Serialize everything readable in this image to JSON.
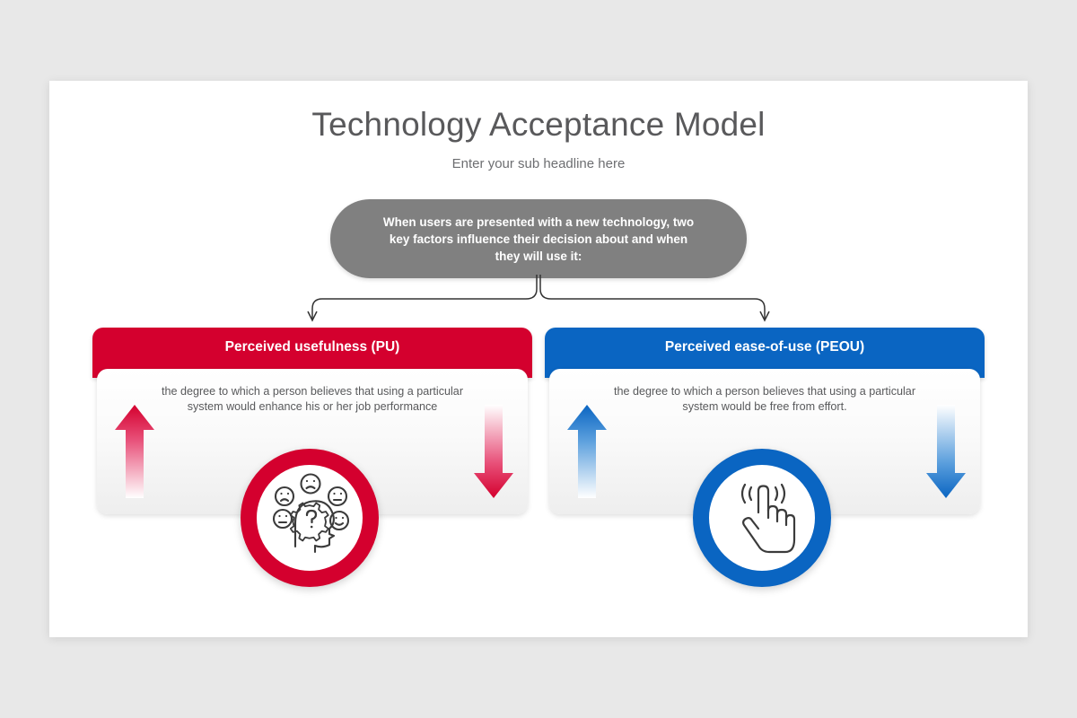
{
  "slide": {
    "title": "Technology Acceptance Model",
    "subtitle": "Enter your sub headline here"
  },
  "callout": {
    "text": "When users are presented with a new technology, two\nkey factors influence their decision about and when\nthey will use it:",
    "bg_color": "#808080"
  },
  "connector": {
    "icon": "split-brace-arrows",
    "stroke_color": "#333333"
  },
  "panels": [
    {
      "id": "perceived-usefulness",
      "header": "Perceived usefulness (PU)",
      "description": "the degree to which a person believes that using a particular\nsystem would enhance his or her job performance",
      "accent_color": "#d4002e",
      "up_arrow_icon": "arrow-up",
      "down_arrow_icon": "arrow-down",
      "circle_icon": "head-gear-question-faces-icon"
    },
    {
      "id": "perceived-ease-of-use",
      "header": "Perceived ease-of-use (PEOU)",
      "description": "the degree to which a person believes that using a particular\nsystem would be free from effort.",
      "accent_color": "#0a65c2",
      "up_arrow_icon": "arrow-up",
      "down_arrow_icon": "arrow-down",
      "circle_icon": "tap-hand-gesture-icon"
    }
  ],
  "theme": {
    "page_background": "#e8e8e8",
    "slide_background": "#ffffff",
    "title_color": "#59595b",
    "body_text_color": "#58595b"
  }
}
